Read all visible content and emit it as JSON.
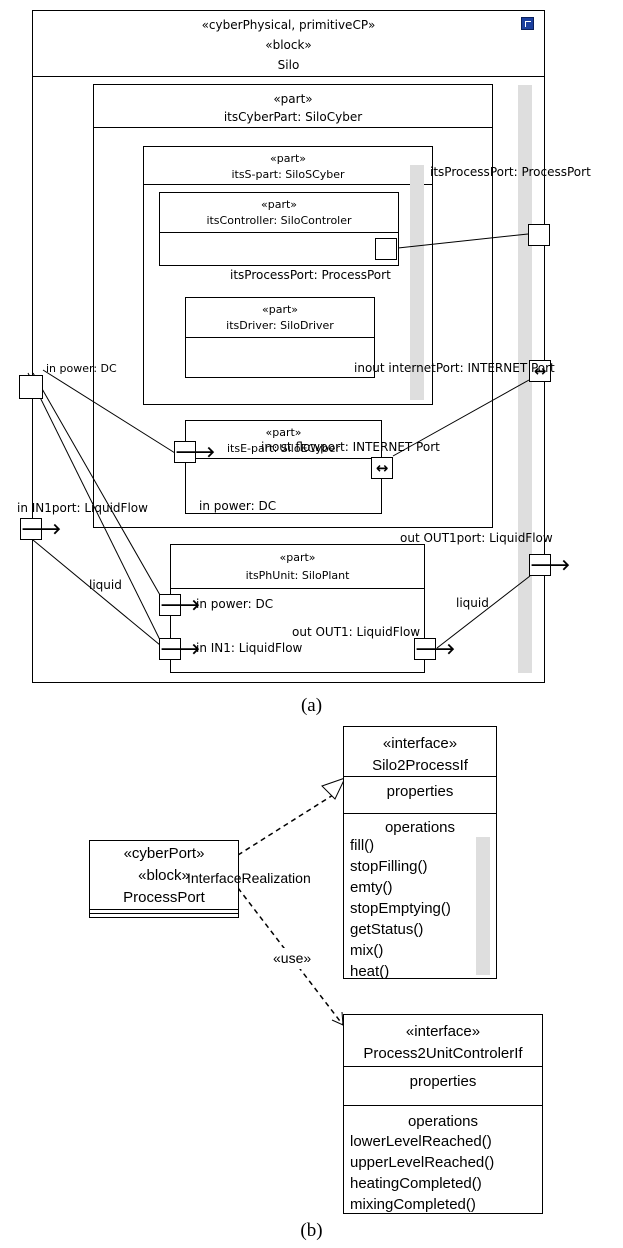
{
  "diagram_a": {
    "silo": {
      "stereotype": "«cyberPhysical, primitiveCP»",
      "block": "«block»",
      "name": "Silo",
      "corner_icon": "diagram-link-icon"
    },
    "cyber_part": {
      "stereotype": "«part»",
      "name": "itsCyberPart: SiloCyber"
    },
    "s_part": {
      "stereotype": "«part»",
      "name": "itsS-part: SiloSCyber"
    },
    "controller": {
      "stereotype": "«part»",
      "name": "itsController: SiloControler"
    },
    "driver": {
      "stereotype": "«part»",
      "name": "itsDriver: SiloDriver"
    },
    "e_part": {
      "stereotype": "«part»",
      "name": "itsE-part: SiloECyber"
    },
    "ph_unit": {
      "stereotype": "«part»",
      "name": "itsPhUnit: SiloPlant"
    },
    "labels": {
      "silo_process_port": "itsProcessPort: ProcessPort",
      "controller_process_port": "itsProcessPort: ProcessPort",
      "silo_power": "in power: DC",
      "internet_port": "inout internetPort: INTERNET Port",
      "flowport": "inout flowport: INTERNET Port",
      "e_power": "in power: DC",
      "in1port": "in IN1port: LiquidFlow",
      "out1port": "out OUT1port: LiquidFlow",
      "ph_power": "in power: DC",
      "ph_in1": "in IN1: LiquidFlow",
      "ph_out1": "out OUT1: LiquidFlow",
      "liquid_left": "liquid",
      "liquid_right": "liquid"
    },
    "port_glyphs": {
      "right_arrow": "🡒",
      "both_arrow": "↔"
    }
  },
  "caption_a": "(a)",
  "diagram_b": {
    "silo_if": {
      "stereotype": "«interface»",
      "name": "Silo2ProcessIf",
      "properties": "properties",
      "operations_title": "operations",
      "operations": [
        "fill()",
        "stopFilling()",
        "emty()",
        "stopEmptying()",
        "getStatus()",
        "mix()",
        "heat()"
      ]
    },
    "unit_if": {
      "stereotype": "«interface»",
      "name": "Process2UnitControlerIf",
      "properties": "properties",
      "operations_title": "operations",
      "operations": [
        "lowerLevelReached()",
        "upperLevelReached()",
        "heatingCompleted()",
        "mixingCompleted()"
      ]
    },
    "port_block": {
      "stereotype": "«cyberPort»",
      "block": "«block»",
      "name": "ProcessPort"
    },
    "realization_label": "InterfaceRealization",
    "use_label": "«use»"
  },
  "caption_b": "(b)"
}
